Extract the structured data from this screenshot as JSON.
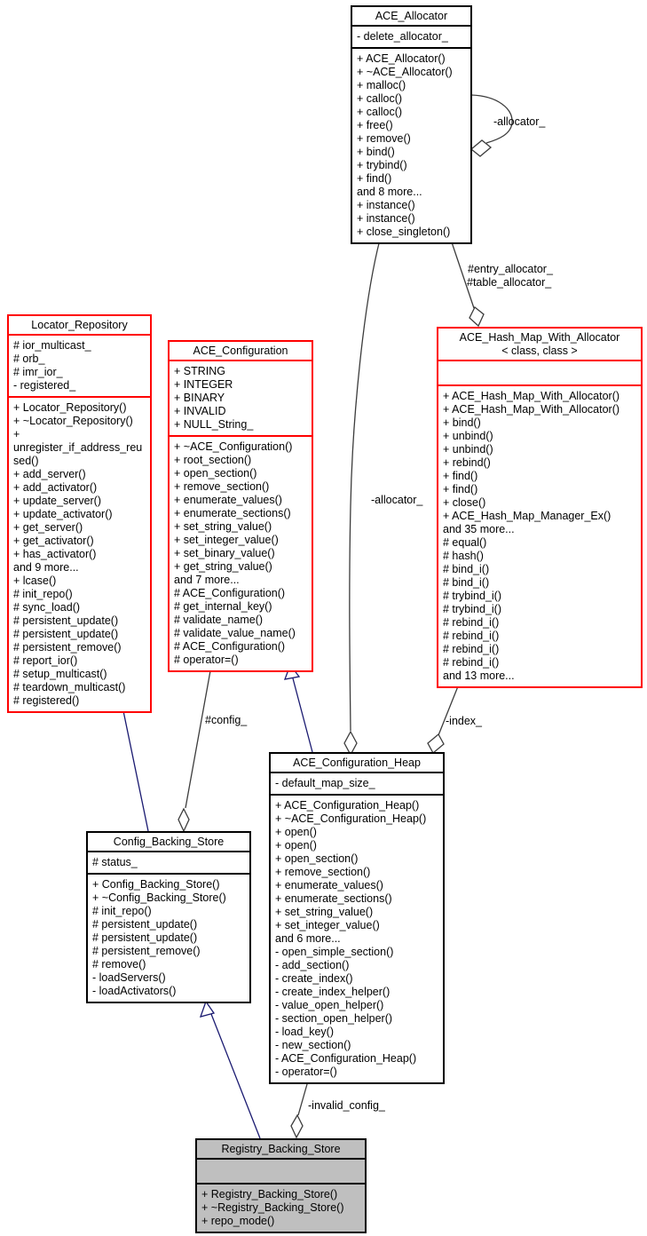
{
  "colors": {
    "box_border": "#000000",
    "truncated_box_border": "#ff0000",
    "edge": "#3c3c3c",
    "inheritance_edge": "#191970",
    "focus_node_fill": "#bfbfbf",
    "node_fill": "#ffffff"
  },
  "classes": {
    "ace_allocator": {
      "title": "ACE_Allocator",
      "attributes": [
        "- delete_allocator_"
      ],
      "methods": [
        "+ ACE_Allocator()",
        "+ ~ACE_Allocator()",
        "+ malloc()",
        "+ calloc()",
        "+ calloc()",
        "+ free()",
        "+ remove()",
        "+ bind()",
        "+ trybind()",
        "+ find()",
        "and 8 more...",
        "+ instance()",
        "+ instance()",
        "+ close_singleton()"
      ]
    },
    "locator_repository": {
      "title": "Locator_Repository",
      "attributes": [
        "# ior_multicast_",
        "# orb_",
        "# imr_ior_",
        "- registered_"
      ],
      "methods": [
        "+ Locator_Repository()",
        "+ ~Locator_Repository()",
        "+ unregister_if_address_reused()",
        "+ add_server()",
        "+ add_activator()",
        "+ update_server()",
        "+ update_activator()",
        "+ get_server()",
        "+ get_activator()",
        "+ has_activator()",
        "and 9 more...",
        "+ lcase()",
        "# init_repo()",
        "# sync_load()",
        "# persistent_update()",
        "# persistent_update()",
        "# persistent_remove()",
        "# report_ior()",
        "# setup_multicast()",
        "# teardown_multicast()",
        "# registered()"
      ]
    },
    "ace_configuration": {
      "title": "ACE_Configuration",
      "attributes": [
        "+ STRING",
        "+ INTEGER",
        "+ BINARY",
        "+ INVALID",
        "+ NULL_String_"
      ],
      "methods": [
        "+ ~ACE_Configuration()",
        "+ root_section()",
        "+ open_section()",
        "+ remove_section()",
        "+ enumerate_values()",
        "+ enumerate_sections()",
        "+ set_string_value()",
        "+ set_integer_value()",
        "+ set_binary_value()",
        "+ get_string_value()",
        "and 7 more...",
        "# ACE_Configuration()",
        "# get_internal_key()",
        "# validate_name()",
        "# validate_value_name()",
        "# ACE_Configuration()",
        "# operator=()"
      ]
    },
    "ace_hash_map": {
      "title": "ACE_Hash_Map_With_Allocator",
      "title2": "< class, class >",
      "attributes": [],
      "methods": [
        "+ ACE_Hash_Map_With_Allocator()",
        "+ ACE_Hash_Map_With_Allocator()",
        "+ bind()",
        "+ unbind()",
        "+ unbind()",
        "+ rebind()",
        "+ find()",
        "+ find()",
        "+ close()",
        "+ ACE_Hash_Map_Manager_Ex()",
        "and 35 more...",
        "# equal()",
        "# hash()",
        "# bind_i()",
        "# bind_i()",
        "# trybind_i()",
        "# trybind_i()",
        "# rebind_i()",
        "# rebind_i()",
        "# rebind_i()",
        "# rebind_i()",
        "and 13 more..."
      ]
    },
    "ace_configuration_heap": {
      "title": "ACE_Configuration_Heap",
      "attributes": [
        "- default_map_size_"
      ],
      "methods": [
        "+ ACE_Configuration_Heap()",
        "+ ~ACE_Configuration_Heap()",
        "+ open()",
        "+ open()",
        "+ open_section()",
        "+ remove_section()",
        "+ enumerate_values()",
        "+ enumerate_sections()",
        "+ set_string_value()",
        "+ set_integer_value()",
        "and 6 more...",
        "- open_simple_section()",
        "- add_section()",
        "- create_index()",
        "- create_index_helper()",
        "- value_open_helper()",
        "- section_open_helper()",
        "- load_key()",
        "- new_section()",
        "- ACE_Configuration_Heap()",
        "- operator=()"
      ]
    },
    "config_backing_store": {
      "title": "Config_Backing_Store",
      "attributes": [
        "# status_"
      ],
      "methods": [
        "+ Config_Backing_Store()",
        "+ ~Config_Backing_Store()",
        "# init_repo()",
        "# persistent_update()",
        "# persistent_update()",
        "# persistent_remove()",
        "# remove()",
        "- loadServers()",
        "- loadActivators()"
      ]
    },
    "registry_backing_store": {
      "title": "Registry_Backing_Store",
      "attributes": [],
      "methods": [
        "+ Registry_Backing_Store()",
        "+ ~Registry_Backing_Store()",
        "+ repo_mode()"
      ]
    }
  },
  "edge_labels": {
    "self_allocator": "-allocator_",
    "entry_allocator": "#entry_allocator_",
    "table_allocator": "#table_allocator_",
    "heap_allocator": "-allocator_",
    "config": "#config_",
    "index": "-index_",
    "invalid_config": "-invalid_config_"
  }
}
